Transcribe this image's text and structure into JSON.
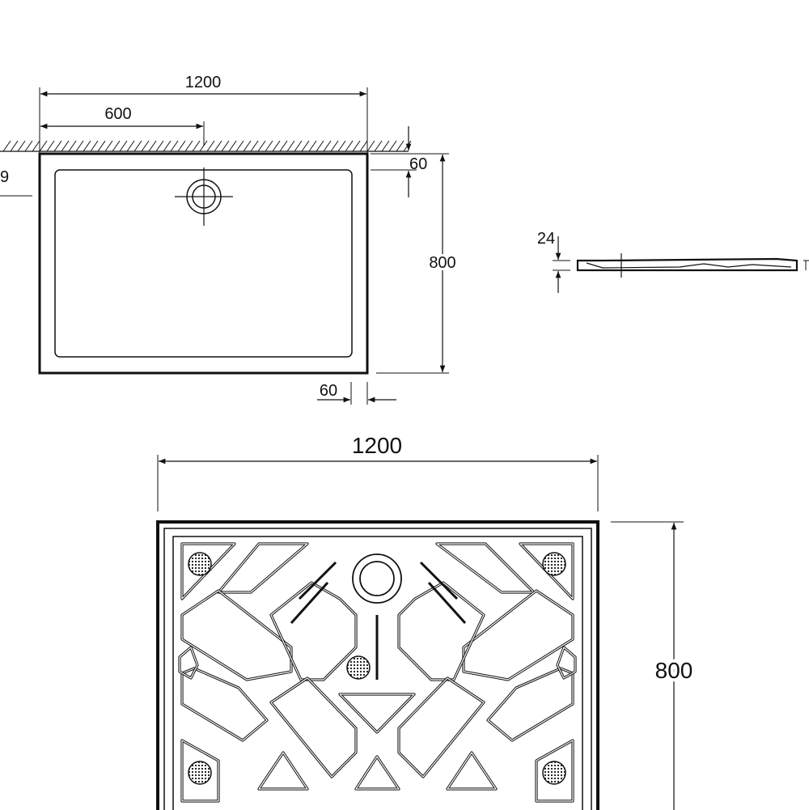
{
  "plan_view": {
    "dim_width": "1200",
    "dim_drain_offset": "600",
    "dim_side_margin": "60",
    "dim_depth": "800",
    "dim_bottom_margin": "60",
    "dim_left_cut": "9"
  },
  "section_view": {
    "dim_height": "24"
  },
  "underside_view": {
    "dim_width": "1200",
    "dim_depth": "800"
  },
  "colors": {
    "line": "#111111",
    "background": "#ffffff"
  }
}
